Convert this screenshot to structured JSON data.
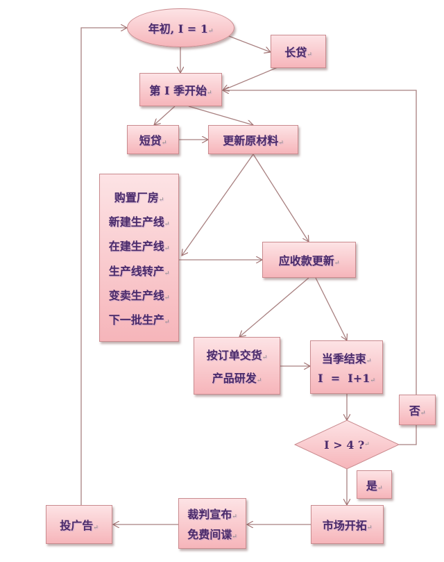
{
  "nodes": {
    "start": "年初, I = 1",
    "long_loan": "长贷",
    "quarter_start": "第 I 季开始",
    "short_loan": "短贷",
    "update_materials": "更新原材料",
    "production_ops": [
      "购置厂房",
      "新建生产线",
      "在建生产线",
      "生产线转产",
      "变卖生产线",
      "下一批生产"
    ],
    "receivables_update": "应收款更新",
    "delivery_rd": [
      "按订单交货",
      "产品研发"
    ],
    "quarter_end": [
      "当季结束",
      "I  =  I+1"
    ],
    "decision": "I > 4 ?",
    "no_label": "否",
    "yes_label": "是",
    "market_dev": "市场开拓",
    "referee": [
      "裁判宣布",
      "免费间谍"
    ],
    "advertising": "投广告"
  },
  "colors": {
    "fill_top": "#fde3e5",
    "fill_bottom": "#f6b5ba",
    "text": "#4a2a6a",
    "line": "#b07878"
  }
}
